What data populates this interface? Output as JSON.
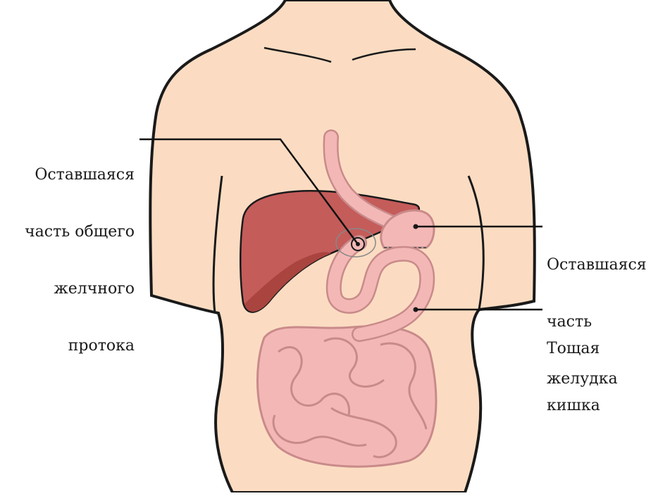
{
  "labels": {
    "bile_duct": {
      "lines": [
        "Оставшаяся",
        "часть общего",
        "желчного",
        "протока"
      ]
    },
    "stomach": {
      "lines": [
        "Оставшаяся",
        "часть",
        "желудка"
      ]
    },
    "jejunum": {
      "lines": [
        "Тощая",
        "кишка"
      ]
    }
  },
  "colors": {
    "skin": "#fbdcc2",
    "outline": "#1a1a1a",
    "liver": "#c45c5a",
    "liver_shadow": "#a9443f",
    "gut": "#f3b8b6",
    "gut_line": "#c98a8a",
    "leader": "#111111"
  }
}
